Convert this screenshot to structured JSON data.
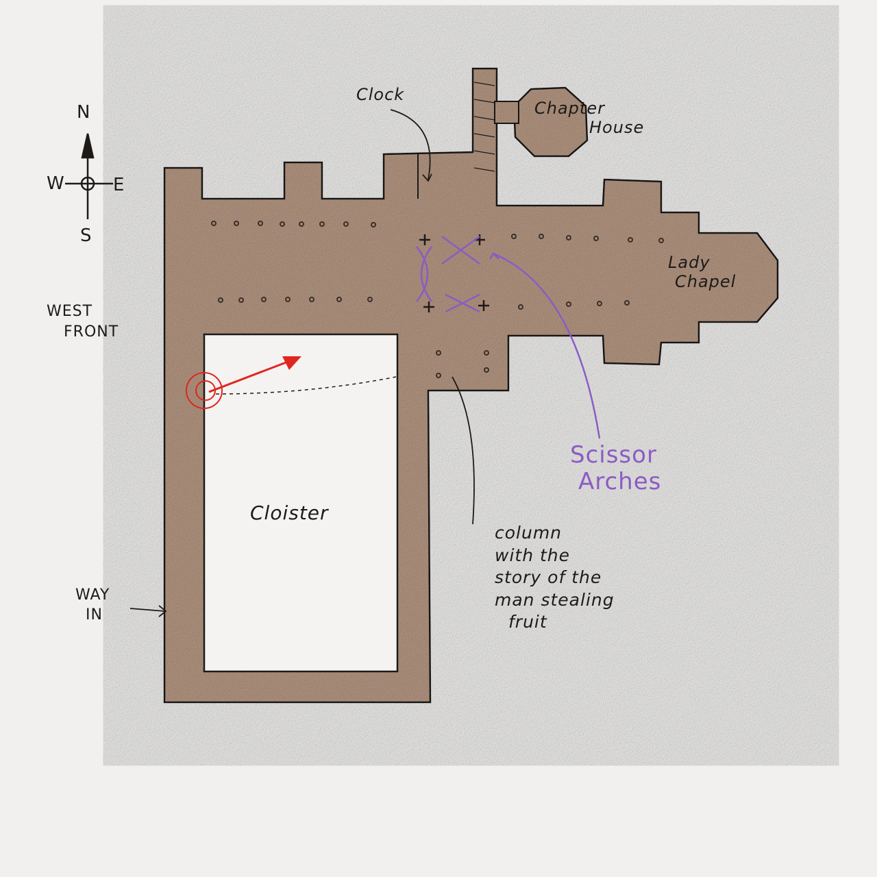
{
  "compass": {
    "north": "N",
    "south": "S",
    "east": "E",
    "west": "W"
  },
  "labels": {
    "clock": "Clock",
    "chapter_house": [
      "Chapter",
      "House"
    ],
    "lady_chapel": [
      "Lady",
      "Chapel"
    ],
    "west_front": [
      "WEST",
      "FRONT"
    ],
    "cloister": "Cloister",
    "way_in": [
      "WAY",
      "IN"
    ],
    "scissor_arches": [
      "Scissor",
      "Arches"
    ],
    "column_note": [
      "column",
      "with the",
      "story of the",
      "man stealing",
      "fruit"
    ]
  },
  "colors": {
    "stone_fill": "#b99b86",
    "ink": "#1d1a18",
    "scissor_arches": "#8a5cc4",
    "viewpoint_marker": "#e0261f"
  }
}
